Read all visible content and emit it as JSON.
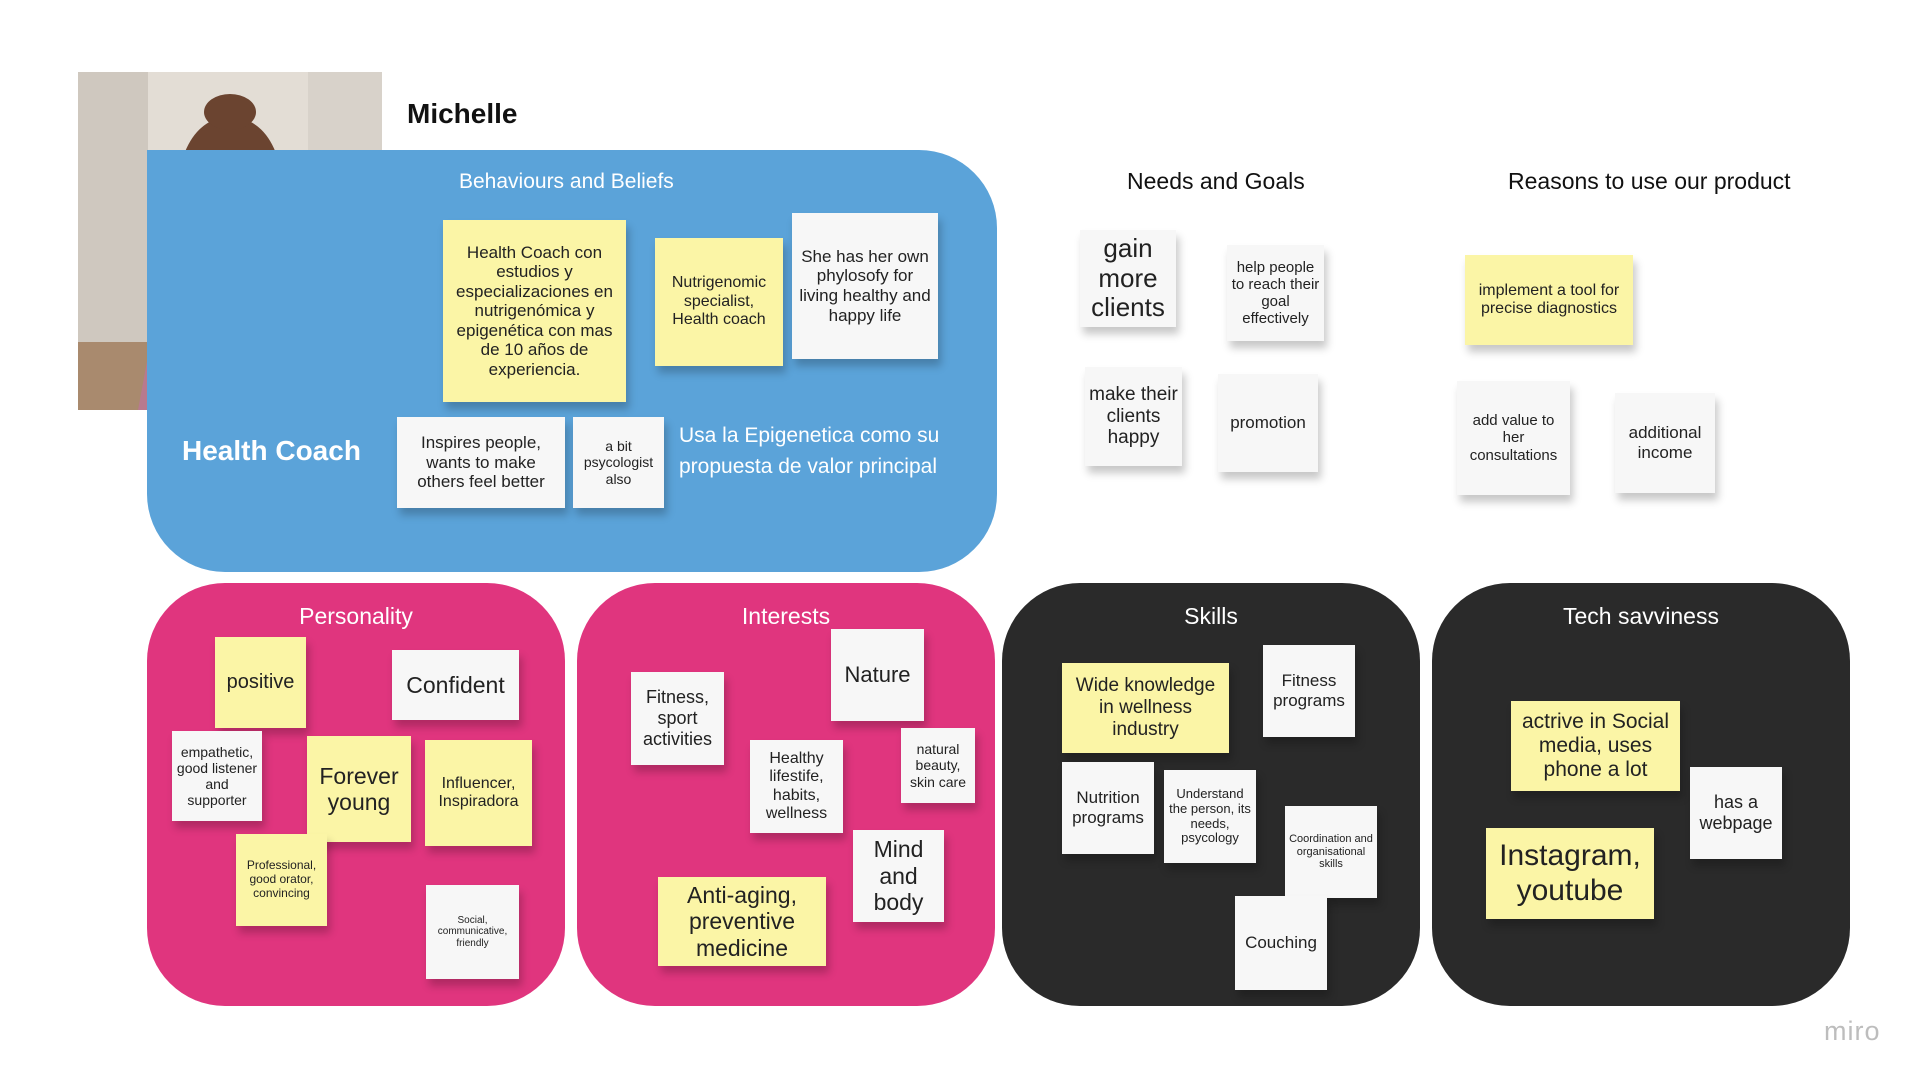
{
  "persona": {
    "name": "Michelle",
    "role": "Health Coach",
    "value_proposition": "Usa la Epigenetica como su propuesta de valor principal"
  },
  "behaviours": {
    "title": "Behaviours and Beliefs",
    "notes": [
      "Health Coach con estudios y especializaciones en nutrigenómica y epigenética con mas de 10 años de experiencia.",
      "Nutrigenomic specialist, Health coach",
      "She has her own phylosofy for living healthy and happy life",
      "Inspires people, wants to make others feel better",
      "a bit psycologist also"
    ]
  },
  "needs": {
    "title": "Needs and Goals",
    "notes": [
      "gain more clients",
      "help people to reach their goal effectively",
      "make their clients happy",
      "promotion"
    ]
  },
  "reasons": {
    "title": "Reasons to use our product",
    "notes": [
      "implement a tool for precise diagnostics",
      "add value to her consultations",
      "additional income"
    ]
  },
  "personality": {
    "title": "Personality",
    "notes": [
      "positive",
      "Confident",
      "empathetic, good listener and supporter",
      "Forever young",
      "Influencer, Inspiradora",
      "Professional, good orator, convincing",
      "Social, communicative, friendly"
    ]
  },
  "interests": {
    "title": "Interests",
    "notes": [
      "Nature",
      "Fitness, sport activities",
      "Healthy lifestife, habits, wellness",
      "natural beauty, skin care",
      "Mind and body",
      "Anti-aging, preventive medicine"
    ]
  },
  "skills": {
    "title": "Skills",
    "notes": [
      "Wide knowledge in wellness industry",
      "Fitness programs",
      "Nutrition programs",
      "Understand the person, its needs, psycology",
      "Coordination and organisational skills",
      "Couching"
    ]
  },
  "tech": {
    "title": "Tech savviness",
    "notes": [
      "actrive in Social media, uses phone a lot",
      "has a webpage",
      "Instagram, youtube"
    ]
  },
  "brand": {
    "logo": "miro"
  },
  "colors": {
    "blue": "#5ba3d9",
    "pink": "#e0357e",
    "dark": "#2a2a2a",
    "yellow_note": "#fbf5a6",
    "white_note": "#f7f7f7"
  }
}
